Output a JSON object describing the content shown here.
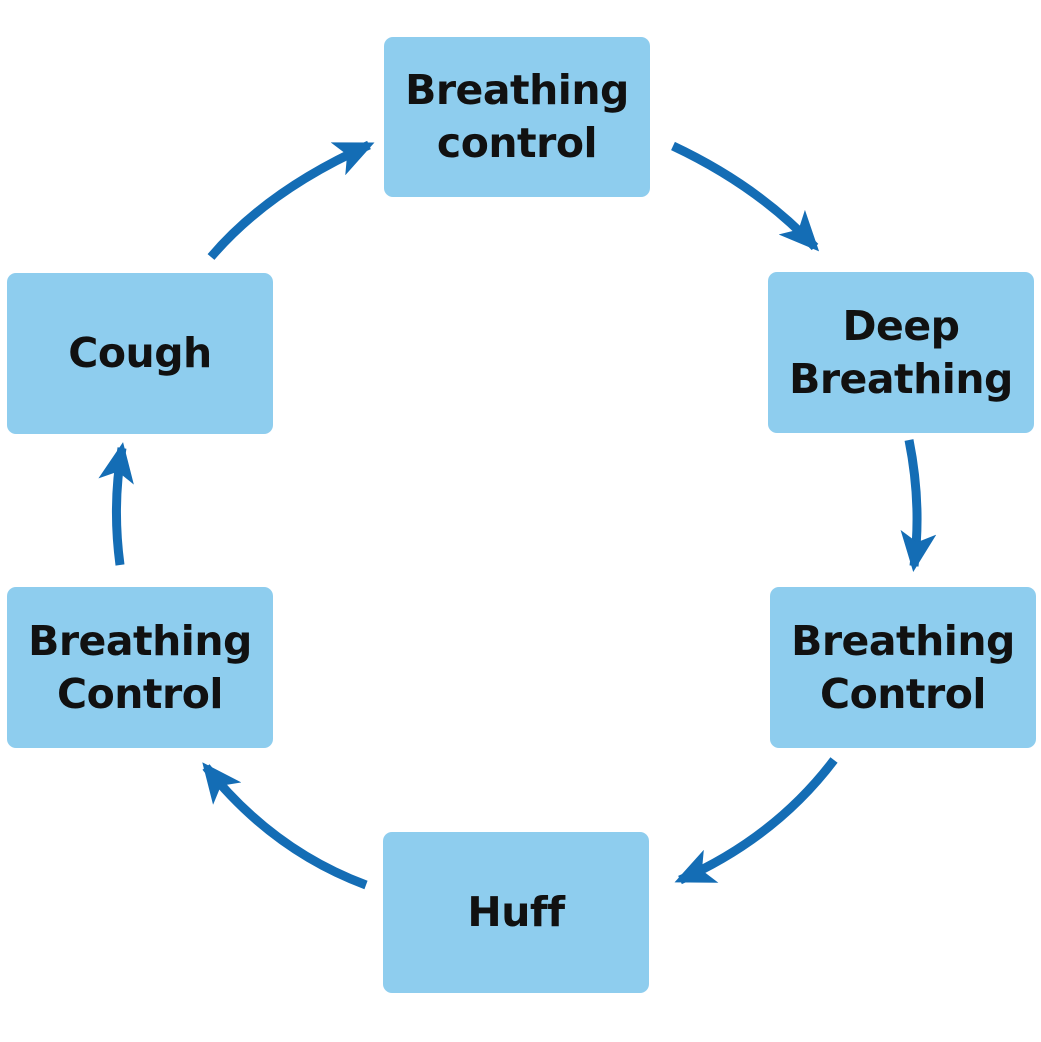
{
  "diagram": {
    "colors": {
      "box_fill": "#8ecdee",
      "arrow": "#146db5",
      "text": "#111111"
    },
    "nodes": [
      {
        "id": "top",
        "label": "Breathing\ncontrol"
      },
      {
        "id": "right-upper",
        "label": "Deep\nBreathing"
      },
      {
        "id": "right-lower",
        "label": "Breathing\nControl"
      },
      {
        "id": "bottom",
        "label": "Huff"
      },
      {
        "id": "left-lower",
        "label": "Breathing\nControl"
      },
      {
        "id": "left-upper",
        "label": "Cough"
      }
    ],
    "edges": [
      {
        "from": "top",
        "to": "right-upper"
      },
      {
        "from": "right-upper",
        "to": "right-lower"
      },
      {
        "from": "right-lower",
        "to": "bottom"
      },
      {
        "from": "bottom",
        "to": "left-lower"
      },
      {
        "from": "left-lower",
        "to": "left-upper"
      },
      {
        "from": "left-upper",
        "to": "top"
      }
    ]
  }
}
